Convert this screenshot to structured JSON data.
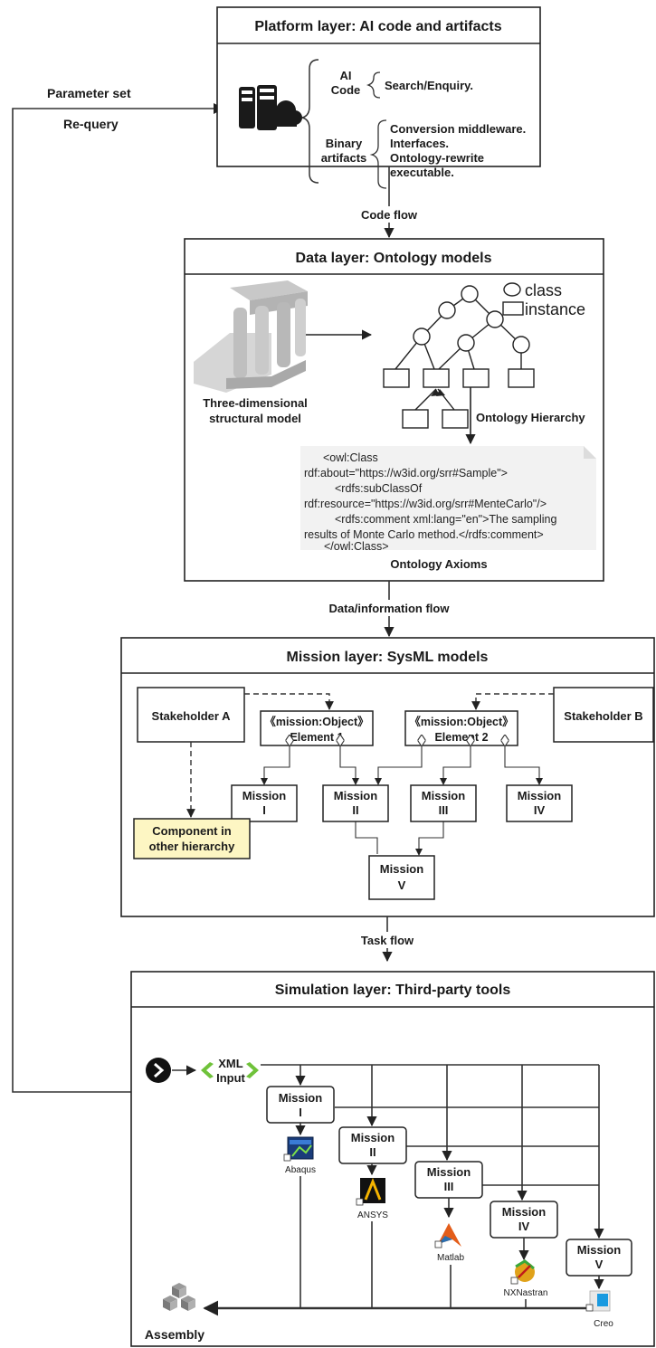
{
  "sidebar": {
    "parameter_set": "Parameter set",
    "re_query": "Re-query"
  },
  "platform": {
    "title": "Platform layer: AI code and artifacts",
    "ai_code_1": "AI",
    "ai_code_2": "Code",
    "search": "Search/Enquiry.",
    "binary_1": "Binary",
    "binary_2": "artifacts",
    "items": [
      "Conversion middleware.",
      "Interfaces.",
      "Ontology-rewrite",
      "executable."
    ]
  },
  "flows": {
    "code": "Code flow",
    "data": "Data/information flow",
    "task": "Task flow"
  },
  "data_layer": {
    "title": "Data layer: Ontology models",
    "legend_class": "class",
    "legend_instance": "instance",
    "model_1": "Three-dimensional",
    "model_2": "structural model",
    "hierarchy": "Ontology Hierarchy",
    "axioms": "Ontology Axioms",
    "code_lines": [
      "<owl:Class",
      "rdf:about=\"https://w3id.org/srr#Sample\">",
      "<rdfs:subClassOf",
      "rdf:resource=\"https://w3id.org/srr#MenteCarlo\"/>",
      "<rdfs:comment xml:lang=\"en\">The sampling",
      "results of Monte Carlo method.</rdfs:comment>",
      "</owl:Class>"
    ]
  },
  "mission_layer": {
    "title": "Mission layer: SysML models",
    "stakeholder_a": "Stakeholder A",
    "stakeholder_b": "Stakeholder B",
    "element1_stereo": "《mission:Object》",
    "element1_name": "Element 1",
    "element2_stereo": "《mission:Object》",
    "element2_name": "Element 2",
    "missions": [
      {
        "l1": "Mission",
        "l2": "I"
      },
      {
        "l1": "Mission",
        "l2": "II"
      },
      {
        "l1": "Mission",
        "l2": "III"
      },
      {
        "l1": "Mission",
        "l2": "IV"
      },
      {
        "l1": "Mission",
        "l2": "V"
      }
    ],
    "component_1": "Component in",
    "component_2": "other hierarchy"
  },
  "simulation_layer": {
    "title": "Simulation layer: Third-party tools",
    "xml_1": "XML",
    "xml_2": "Input",
    "missions": [
      {
        "l1": "Mission",
        "l2": "I"
      },
      {
        "l1": "Mission",
        "l2": "II"
      },
      {
        "l1": "Mission",
        "l2": "III"
      },
      {
        "l1": "Mission",
        "l2": "IV"
      },
      {
        "l1": "Mission",
        "l2": "V"
      }
    ],
    "tools": [
      "Abaqus",
      "ANSYS",
      "Matlab",
      "NXNastran",
      "Creo"
    ],
    "assembly": "Assembly"
  },
  "colors": {
    "component_fill": "#fdf6c3",
    "code_bg": "#f2f2f2",
    "accent_green": "#6fc23a"
  }
}
